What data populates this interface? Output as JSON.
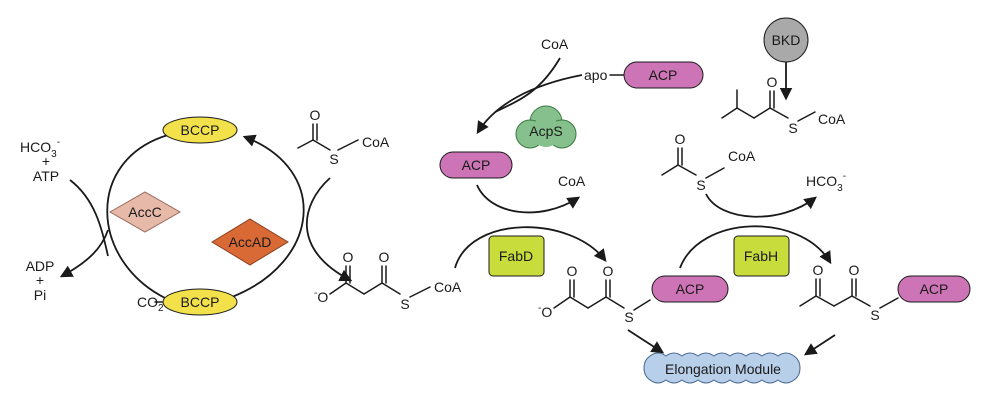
{
  "title": "",
  "nodes": {
    "bccp_top": "BCCP",
    "bccp_bottom": "BCCP",
    "accc": "AccC",
    "accad": "AccAD",
    "acp_holo": "ACP",
    "acp_apo": "ACP",
    "acps": "AcpS",
    "bkd": "BKD",
    "fabd": "FabD",
    "fabh": "FabH",
    "acp_malonyl": "ACP",
    "acp_acetoacetyl": "ACP",
    "elongation": "Elongation Module"
  },
  "labels": {
    "hco3_left": "HCO",
    "hco3_left_sub": "3",
    "hco3_left_sup": "-",
    "plus1": "+",
    "atp": "ATP",
    "adp": "ADP",
    "plus2": "+",
    "pi": "Pi",
    "co2": "CO",
    "co2_sub": "2",
    "coa_acetyl1": "CoA",
    "coa_malonyl": "CoA",
    "coa_top": "CoA",
    "apo": "apo",
    "coa_released": "CoA",
    "coa_isovaleryl": "CoA",
    "coa_acetyl2": "CoA",
    "hco3_right": "HCO",
    "hco3_right_sub": "3",
    "hco3_right_sup": "-",
    "o_minus_1": "O",
    "minus_1": "-",
    "o_minus_2": "O",
    "minus_2": "-",
    "s1": "S",
    "s2": "S",
    "s3": "S",
    "s4": "S",
    "s5": "S",
    "s6": "S",
    "o1": "O",
    "o2": "O",
    "o3": "O",
    "o4": "O",
    "o5": "O",
    "o6": "O",
    "o7": "O",
    "o8": "O",
    "o9": "O",
    "o10": "O"
  },
  "colors": {
    "bccp": "#f3e14b",
    "accc": "#e7b9a8",
    "accad": "#d96a36",
    "acp": "#cc74b5",
    "acps": "#86c08c",
    "bkd": "#a9a9a9",
    "fab": "#c8dc3c",
    "elongation": "#b8cfea"
  }
}
